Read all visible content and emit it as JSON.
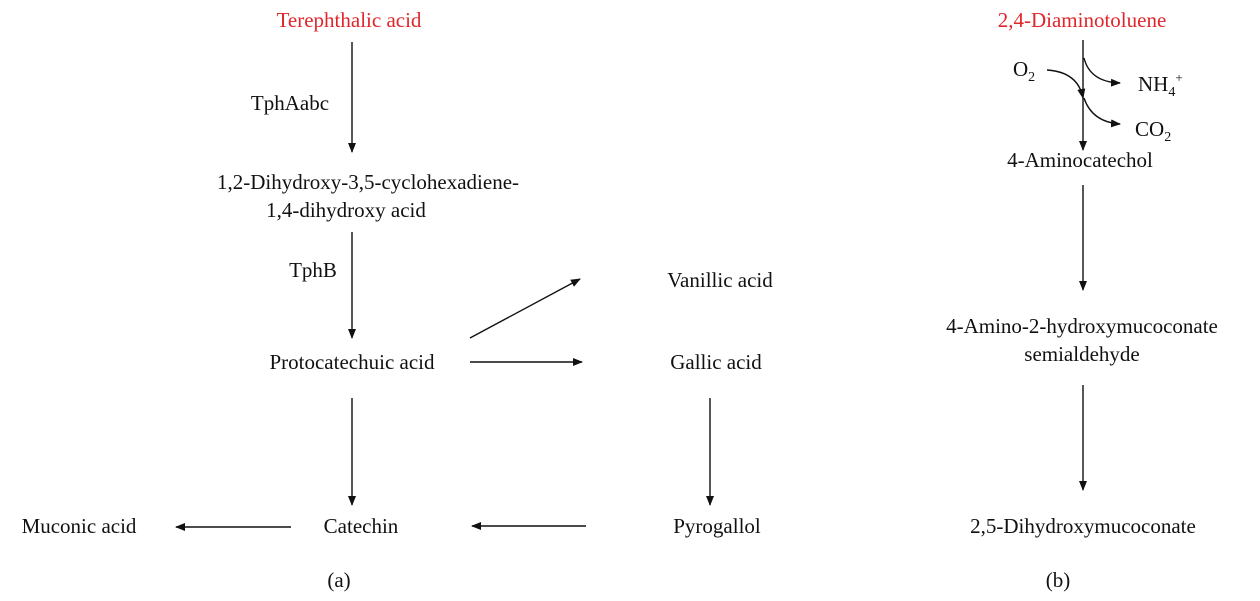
{
  "colors": {
    "start_compound": "#e0262b",
    "text": "#111111"
  },
  "panel_a": {
    "start": "Terephthalic acid",
    "enzyme1": "TphAabc",
    "intermediate_line1": "1,2-Dihydroxy-3,5-cyclohexadiene-",
    "intermediate_line2": "1,4-dihydroxy acid",
    "enzyme2": "TphB",
    "protocatechuic": "Protocatechuic acid",
    "vanillic": "Vanillic acid",
    "gallic": "Gallic acid",
    "pyrogallol": "Pyrogallol",
    "catechin": "Catechin",
    "muconic": "Muconic acid",
    "label": "(a)"
  },
  "panel_b": {
    "start": "2,4-Diaminotoluene",
    "o2": "O",
    "o2_sub": "2",
    "nh4": "NH",
    "nh4_sub": "4",
    "nh4_sup": "+",
    "co2": "CO",
    "co2_sub": "2",
    "aminocatechol": "4-Aminocatechol",
    "semialdehyde_line1": "4-Amino-2-hydroxymucoconate",
    "semialdehyde_line2": "semialdehyde",
    "final": "2,5-Dihydroxymucoconate",
    "label": "(b)"
  }
}
